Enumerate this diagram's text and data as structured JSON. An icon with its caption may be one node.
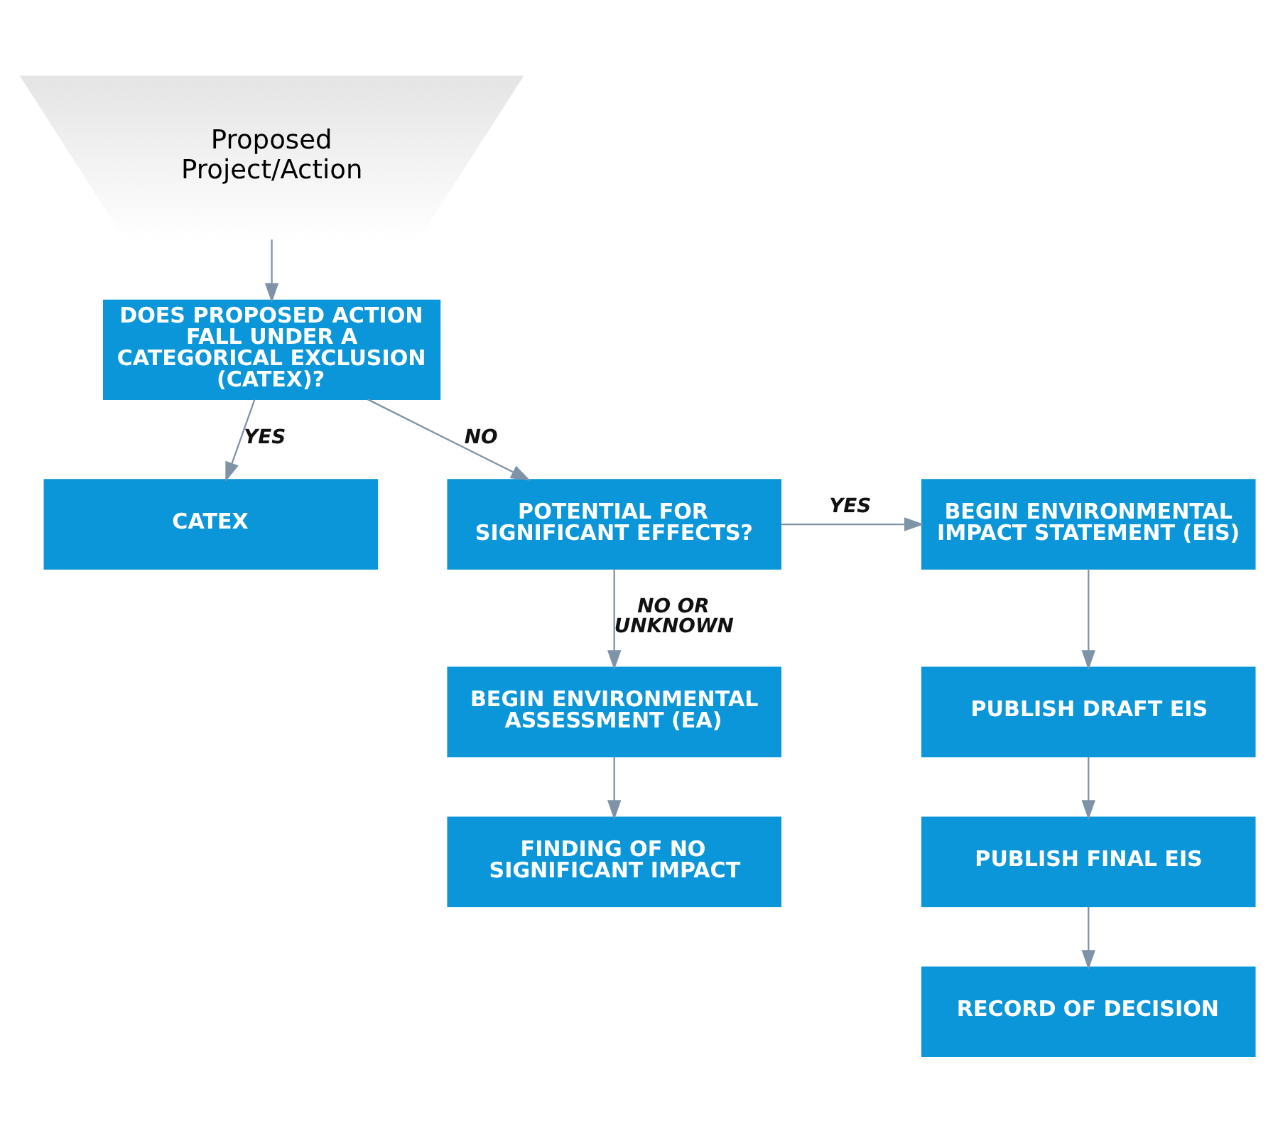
{
  "diagram": {
    "nodes": [
      {
        "text": [
          "Proposed Project/Action"
        ]
      },
      {
        "text": [
          "DOES PROPOSED ACTION FALL UNDER A CATEGORICAL EXCLUSION (CATEX)?"
        ]
      },
      {
        "text": [
          "CATEX"
        ]
      },
      {
        "text": [
          "POTENTIAL FOR SIGNIFICANT EFFECTS?"
        ]
      },
      {
        "text": [
          "BEGIN ENVIRONMENTAL IMPACT STATEMENT (EIS)"
        ]
      },
      {
        "text": [
          "BEGIN ENVIRONMENTAL ASSESSMENT (EA)"
        ]
      },
      {
        "text": [
          "PUBLISH DRAFT EIS"
        ]
      },
      {
        "text": [
          "FINDING OF NO SIGNIFICANT IMPACT"
        ]
      },
      {
        "text": [
          "PUBLISH FINAL EIS"
        ]
      },
      {
        "text": [
          "RECORD OF DECISION"
        ]
      }
    ],
    "edges": [
      {
        "from": 0,
        "to": 1,
        "arrow": "to"
      },
      {
        "from": 1,
        "to": 2,
        "arrow": "to",
        "label": "YES"
      },
      {
        "from": 1,
        "to": 3,
        "arrow": "to",
        "label": "NO"
      },
      {
        "from": 3,
        "to": 4,
        "arrow": "to",
        "label": "YES"
      },
      {
        "from": 3,
        "to": 5,
        "arrow": "to",
        "label": "NO OR UNKNOWN"
      },
      {
        "from": 5,
        "to": 7,
        "arrow": "to"
      },
      {
        "from": 4,
        "to": 6,
        "arrow": "to"
      },
      {
        "from": 6,
        "to": 8,
        "arrow": "to"
      },
      {
        "from": 8,
        "to": 9,
        "arrow": "to"
      }
    ]
  }
}
